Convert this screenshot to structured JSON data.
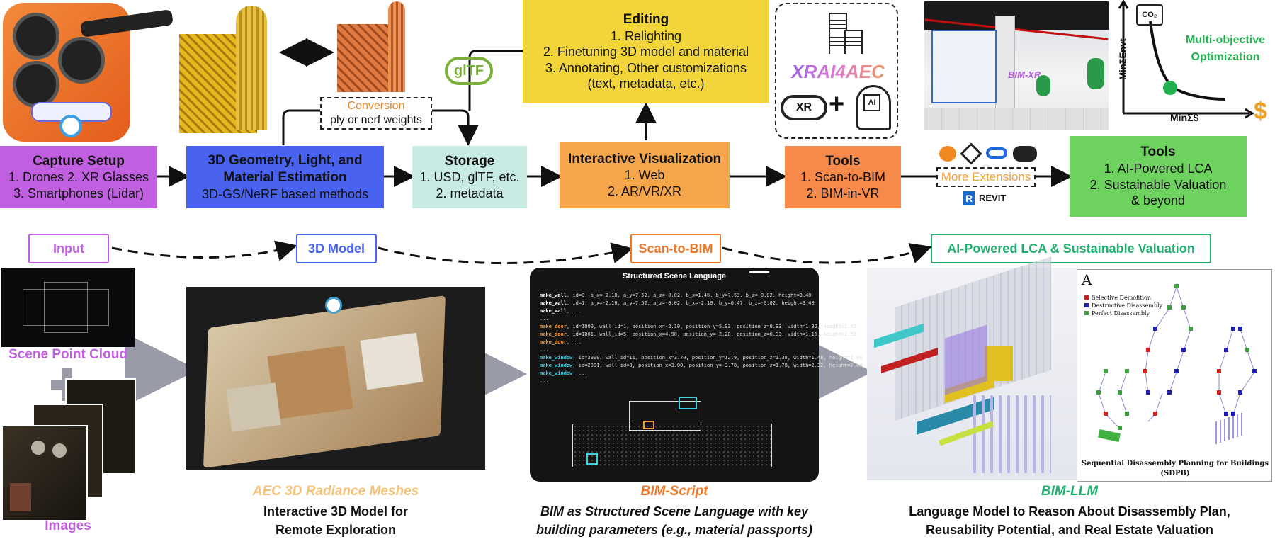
{
  "capture": {
    "title": "Capture Setup",
    "line1": "1. Drones 2. XR Glasses",
    "line2": "3. Smartphones (Lidar)"
  },
  "geometry": {
    "title1": "3D Geometry, Light, and",
    "title2": "Material Estimation",
    "line1": "3D-GS/NeRF based methods"
  },
  "conversion": {
    "title": "Conversion",
    "line1": "ply or nerf weights"
  },
  "gltf_logo": "glTF",
  "storage": {
    "title": "Storage",
    "line1": "1. USD, glTF, etc.",
    "line2": "2. metadata"
  },
  "editing": {
    "title": "Editing",
    "line1": "1. Relighting",
    "line2": "2. Finetuning 3D model and material",
    "line3": "3. Annotating, Other customizations",
    "line4": "(text, metadata, etc.)"
  },
  "xrai": {
    "title": "XRAI4AEC",
    "xr": "XR",
    "plus": "+",
    "ai": "AI"
  },
  "bimxr_label": "BIM-XR",
  "moo": {
    "title1": "Multi-objective",
    "title2": "Optimization",
    "co2": "CO₂",
    "ylabel": "MinΣEnvt",
    "xlabel": "MinΣ$",
    "dollar": "$"
  },
  "interactive": {
    "title": "Interactive Visualization",
    "line1": "1. Web",
    "line2": "2. AR/VR/XR"
  },
  "tools1": {
    "title": "Tools",
    "line1": "1. Scan-to-BIM",
    "line2": "2. BIM-in-VR"
  },
  "extensions": {
    "label": "More Extensions",
    "revit": "REVIT"
  },
  "tools2": {
    "title": "Tools",
    "line1": "1. AI-Powered LCA",
    "line2": "2. Sustainable Valuation",
    "line3": "& beyond"
  },
  "stages": {
    "input": "Input",
    "model": "3D Model",
    "scan": "Scan-to-BIM",
    "lca": "AI-Powered LCA & Sustainable Valuation"
  },
  "bottom": {
    "point_cloud": "Scene Point Cloud",
    "images": "Images",
    "aec_caption": "AEC 3D Radiance Meshes",
    "aec_desc1": "Interactive 3D Model for",
    "aec_desc2": "Remote Exploration",
    "script_caption": "BIM-Script",
    "script_desc1": "BIM as Structured Scene Language with key",
    "script_desc2": "building parameters (e.g., material passports)",
    "llm_caption": "BIM-LLM",
    "llm_desc1": "Language Model to Reason About Disassembly Plan,",
    "llm_desc2": "Reusability Potential, and Real Estate Valuation"
  },
  "scene_language": {
    "title": "Structured Scene Language",
    "lines": [
      {
        "cmd": "make_wall",
        "args": ", id=0, a_x=-2.10, a_y=7.52, a_z=-0.02, b_x=1.40, b_y=7.53, b_z=-0.02, height=3.40",
        "color": "#ffffff"
      },
      {
        "cmd": "make_wall",
        "args": ", id=1, a_x=-2.10, a_y=7.52, a_z=-0.02, b_x=-2.10, b_y=0.47, b_z=-0.02, height=3.40",
        "color": "#ffffff"
      },
      {
        "cmd": "make_wall",
        "args": ", ...",
        "color": "#ffffff"
      },
      {
        "cmd": "...",
        "args": "",
        "color": "#aaaaaa"
      },
      {
        "cmd": "make_door",
        "args": ", id=1000, wall_id=1, position_x=-2.10, position_y=5.93, position_z=0.93, width=1.32, height=1.92",
        "color": "#f0a040"
      },
      {
        "cmd": "make_door",
        "args": ", id=1001, wall_id=5, position_x=4.90, position_y=-2.28, position_z=0.93, width=1.16, height=1.92",
        "color": "#f0a040"
      },
      {
        "cmd": "make_door",
        "args": ", ...",
        "color": "#f0a040"
      },
      {
        "cmd": "...",
        "args": "",
        "color": "#aaaaaa"
      },
      {
        "cmd": "make_window",
        "args": ", id=2000, wall_id=11, position_x=3.70, position_y=12.9, position_z=1.38, width=1.48, height=2.08",
        "color": "#40d0e0"
      },
      {
        "cmd": "make_window",
        "args": ", id=2001, wall_id=3, position_x=3.00, position_y=-3.78, position_z=1.78, width=2.32, height=2.48",
        "color": "#40d0e0"
      },
      {
        "cmd": "make_window",
        "args": ", ...",
        "color": "#40d0e0"
      },
      {
        "cmd": "...",
        "args": "",
        "color": "#aaaaaa"
      }
    ]
  },
  "sdpb": {
    "letter": "A",
    "legend": [
      "Selective Demolition",
      "Destructive Disassembly",
      "Perfect Disassembly"
    ],
    "title": "Sequential Disassembly Planning for Buildings",
    "abbr": "(SDPB)"
  },
  "colors": {
    "capture": "#c060e0",
    "geometry": "#4a62f0",
    "storage": "#c8ece4",
    "editing": "#f2d53a",
    "interactive": "#f6a64a",
    "tools1": "#f78a4a",
    "tools2": "#6ed25e",
    "input_stage": "#c060e0",
    "model_stage": "#4a62f0",
    "scan_stage": "#f07828",
    "lca_stage": "#22b070"
  }
}
